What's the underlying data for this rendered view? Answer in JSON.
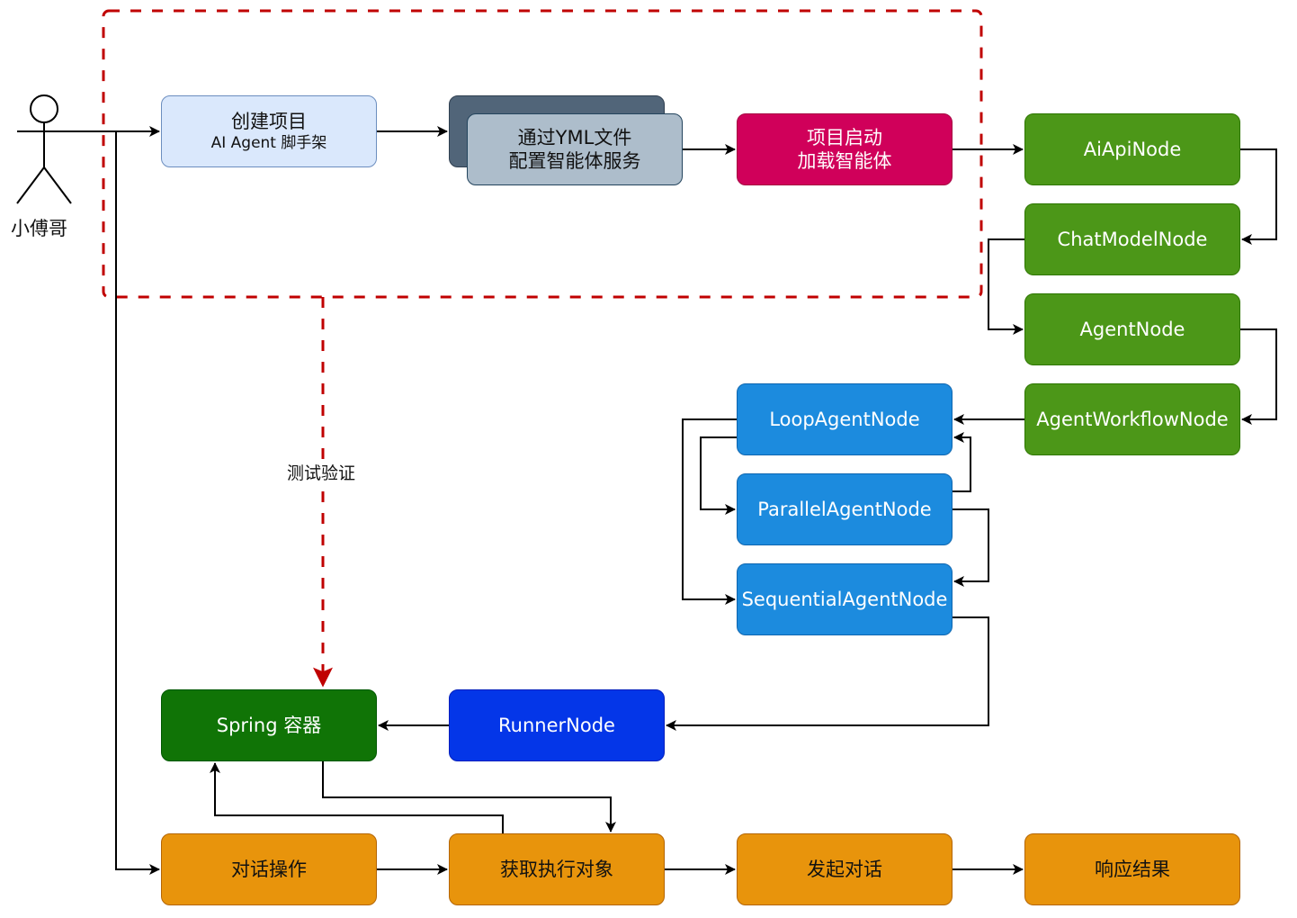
{
  "diagram": {
    "actor": {
      "name": "小傅哥",
      "icon": "stick-figure-icon"
    },
    "group": {
      "style": "dashed",
      "color": "#c00000"
    },
    "edge_labels": {
      "test_verify": "测试验证"
    },
    "nodes": {
      "create_project": {
        "title": "创建项目",
        "subtitle": "AI Agent 脚手架",
        "color": "#dae8fc"
      },
      "yml_config": {
        "line1": "通过YML文件",
        "line2": "配置智能体服务",
        "color": "#adbdcb"
      },
      "project_start": {
        "line1": "项目启动",
        "line2": "加载智能体",
        "color": "#d0005a"
      },
      "ai_api_node": {
        "label": "AiApiNode",
        "color": "#4c9718"
      },
      "chat_model_node": {
        "label": "ChatModelNode",
        "color": "#4c9718"
      },
      "agent_node": {
        "label": "AgentNode",
        "color": "#4c9718"
      },
      "agent_workflow_node": {
        "label": "AgentWorkflowNode",
        "color": "#4c9718"
      },
      "loop_agent_node": {
        "label": "LoopAgentNode",
        "color": "#1c8bde"
      },
      "parallel_agent_node": {
        "label": "ParallelAgentNode",
        "color": "#1c8bde"
      },
      "sequential_agent_node": {
        "label": "SequentialAgentNode",
        "color": "#1c8bde"
      },
      "runner_node": {
        "label": "RunnerNode",
        "color": "#0436e8"
      },
      "spring_container": {
        "label": "Spring 容器",
        "color": "#107406"
      },
      "chat_operation": {
        "label": "对话操作",
        "color": "#e8940c"
      },
      "get_exec_object": {
        "label": "获取执行对象",
        "color": "#e8940c"
      },
      "start_chat": {
        "label": "发起对话",
        "color": "#e8940c"
      },
      "response_result": {
        "label": "响应结果",
        "color": "#e8940c"
      }
    },
    "edges": [
      {
        "from": "actor",
        "to": "create_project"
      },
      {
        "from": "create_project",
        "to": "yml_config"
      },
      {
        "from": "yml_config",
        "to": "project_start"
      },
      {
        "from": "project_start",
        "to": "ai_api_node"
      },
      {
        "from": "ai_api_node",
        "to": "chat_model_node"
      },
      {
        "from": "chat_model_node",
        "to": "agent_node"
      },
      {
        "from": "agent_node",
        "to": "agent_workflow_node"
      },
      {
        "from": "agent_workflow_node",
        "to": "loop_agent_node"
      },
      {
        "from": "loop_agent_node",
        "to": "parallel_agent_node"
      },
      {
        "from": "loop_agent_node",
        "to": "sequential_agent_node"
      },
      {
        "from": "parallel_agent_node",
        "to": "loop_agent_node"
      },
      {
        "from": "parallel_agent_node",
        "to": "sequential_agent_node"
      },
      {
        "from": "sequential_agent_node",
        "to": "runner_node"
      },
      {
        "from": "runner_node",
        "to": "spring_container"
      },
      {
        "from": "group",
        "to": "spring_container",
        "label": "测试验证",
        "style": "dashed"
      },
      {
        "from": "actor",
        "to": "chat_operation"
      },
      {
        "from": "chat_operation",
        "to": "get_exec_object"
      },
      {
        "from": "get_exec_object",
        "to": "spring_container"
      },
      {
        "from": "spring_container",
        "to": "get_exec_object"
      },
      {
        "from": "get_exec_object",
        "to": "start_chat"
      },
      {
        "from": "start_chat",
        "to": "response_result"
      }
    ]
  }
}
